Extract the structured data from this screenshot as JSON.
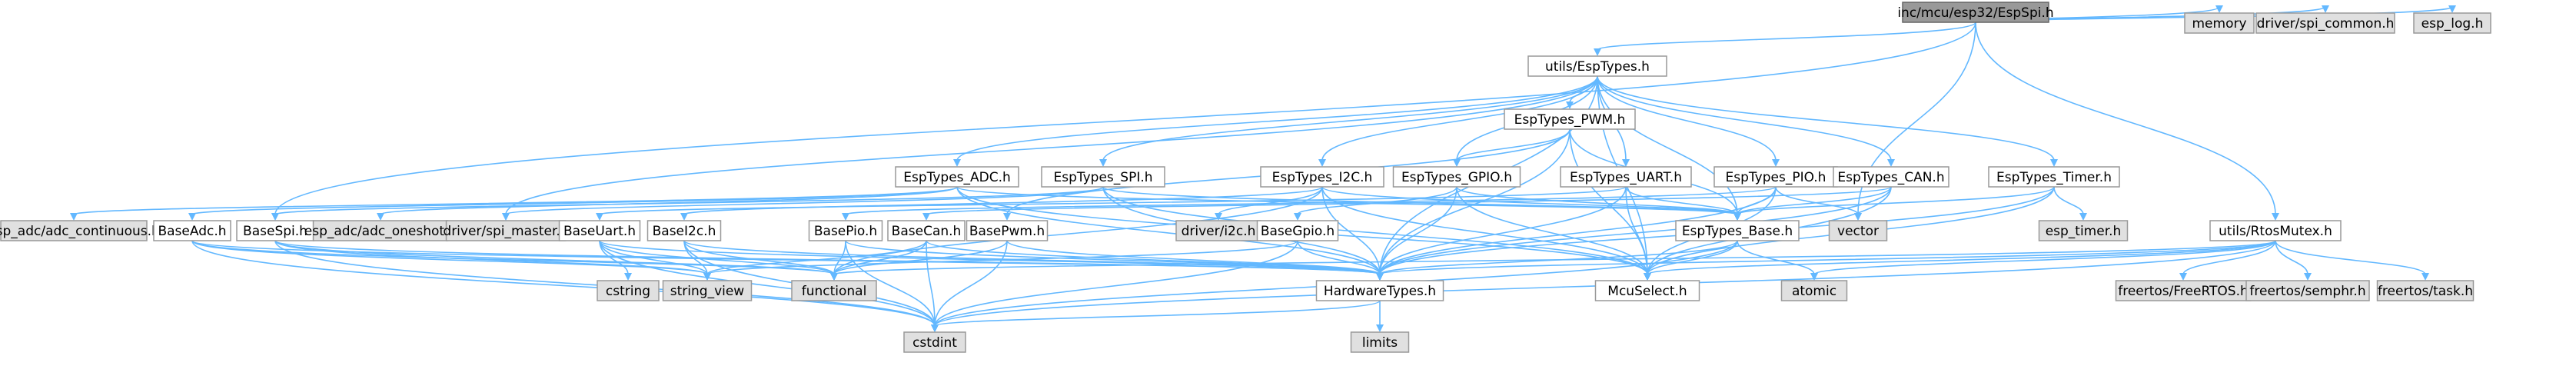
{
  "colors": {
    "edge": "#63b8ff",
    "root_fill": "#999999",
    "node_fill": "#ffffff",
    "external_fill": "#e0e0e0",
    "border": "#999999"
  },
  "nodes": [
    {
      "id": "root",
      "label": "inc/mcu/esp32/EspSpi.h",
      "kind": "root"
    },
    {
      "id": "esptypes",
      "label": "utils/EspTypes.h",
      "kind": "file"
    },
    {
      "id": "memory",
      "label": "memory",
      "kind": "external"
    },
    {
      "id": "spicommon",
      "label": "driver/spi_common.h",
      "kind": "external"
    },
    {
      "id": "esplog",
      "label": "esp_log.h",
      "kind": "external"
    },
    {
      "id": "pwm",
      "label": "EspTypes_PWM.h",
      "kind": "file"
    },
    {
      "id": "adc",
      "label": "EspTypes_ADC.h",
      "kind": "file"
    },
    {
      "id": "spi",
      "label": "EspTypes_SPI.h",
      "kind": "file"
    },
    {
      "id": "i2c",
      "label": "EspTypes_I2C.h",
      "kind": "file"
    },
    {
      "id": "gpio",
      "label": "EspTypes_GPIO.h",
      "kind": "file"
    },
    {
      "id": "uart",
      "label": "EspTypes_UART.h",
      "kind": "file"
    },
    {
      "id": "pio",
      "label": "EspTypes_PIO.h",
      "kind": "file"
    },
    {
      "id": "can",
      "label": "EspTypes_CAN.h",
      "kind": "file"
    },
    {
      "id": "timer",
      "label": "EspTypes_Timer.h",
      "kind": "file"
    },
    {
      "id": "rtos",
      "label": "utils/RtosMutex.h",
      "kind": "file"
    },
    {
      "id": "adccont",
      "label": "esp_adc/adc_continuous.h",
      "kind": "external"
    },
    {
      "id": "baseadc",
      "label": "BaseAdc.h",
      "kind": "file"
    },
    {
      "id": "basespi",
      "label": "BaseSpi.h",
      "kind": "file"
    },
    {
      "id": "adconeshot",
      "label": "esp_adc/adc_oneshot.h",
      "kind": "external"
    },
    {
      "id": "spimaster",
      "label": "driver/spi_master.h",
      "kind": "external"
    },
    {
      "id": "baseuart",
      "label": "BaseUart.h",
      "kind": "file"
    },
    {
      "id": "basei2c",
      "label": "BaseI2c.h",
      "kind": "file"
    },
    {
      "id": "basepio",
      "label": "BasePio.h",
      "kind": "file"
    },
    {
      "id": "basecan",
      "label": "BaseCan.h",
      "kind": "file"
    },
    {
      "id": "basepwm",
      "label": "BasePwm.h",
      "kind": "file"
    },
    {
      "id": "driveri2c",
      "label": "driver/i2c.h",
      "kind": "external"
    },
    {
      "id": "basegpio",
      "label": "BaseGpio.h",
      "kind": "file"
    },
    {
      "id": "espbase",
      "label": "EspTypes_Base.h",
      "kind": "file"
    },
    {
      "id": "vector",
      "label": "vector",
      "kind": "external"
    },
    {
      "id": "esptimer",
      "label": "esp_timer.h",
      "kind": "external"
    },
    {
      "id": "cstring",
      "label": "cstring",
      "kind": "external"
    },
    {
      "id": "stringview",
      "label": "string_view",
      "kind": "external"
    },
    {
      "id": "functional",
      "label": "functional",
      "kind": "external"
    },
    {
      "id": "hwtypes",
      "label": "HardwareTypes.h",
      "kind": "file"
    },
    {
      "id": "mcuselect",
      "label": "McuSelect.h",
      "kind": "file"
    },
    {
      "id": "atomic",
      "label": "atomic",
      "kind": "external"
    },
    {
      "id": "freertos",
      "label": "freertos/FreeRTOS.h",
      "kind": "external"
    },
    {
      "id": "semphr",
      "label": "freertos/semphr.h",
      "kind": "external"
    },
    {
      "id": "task",
      "label": "freertos/task.h",
      "kind": "external"
    },
    {
      "id": "cstdint",
      "label": "cstdint",
      "kind": "external"
    },
    {
      "id": "limits",
      "label": "limits",
      "kind": "external"
    }
  ],
  "edges": [
    [
      "root",
      "esptypes"
    ],
    [
      "root",
      "memory"
    ],
    [
      "root",
      "spicommon"
    ],
    [
      "root",
      "esplog"
    ],
    [
      "root",
      "rtos"
    ],
    [
      "root",
      "basespi"
    ],
    [
      "root",
      "vector"
    ],
    [
      "esptypes",
      "pwm"
    ],
    [
      "esptypes",
      "adc"
    ],
    [
      "esptypes",
      "spi"
    ],
    [
      "esptypes",
      "i2c"
    ],
    [
      "esptypes",
      "gpio"
    ],
    [
      "esptypes",
      "uart"
    ],
    [
      "esptypes",
      "pio"
    ],
    [
      "esptypes",
      "can"
    ],
    [
      "esptypes",
      "timer"
    ],
    [
      "esptypes",
      "espbase"
    ],
    [
      "esptypes",
      "hwtypes"
    ],
    [
      "esptypes",
      "mcuselect"
    ],
    [
      "esptypes",
      "spimaster"
    ],
    [
      "pwm",
      "gpio"
    ],
    [
      "pwm",
      "basepwm"
    ],
    [
      "pwm",
      "espbase"
    ],
    [
      "pwm",
      "mcuselect"
    ],
    [
      "pwm",
      "hwtypes"
    ],
    [
      "adc",
      "adccont"
    ],
    [
      "adc",
      "baseadc"
    ],
    [
      "adc",
      "adconeshot"
    ],
    [
      "adc",
      "espbase"
    ],
    [
      "adc",
      "hwtypes"
    ],
    [
      "adc",
      "mcuselect"
    ],
    [
      "spi",
      "basespi"
    ],
    [
      "spi",
      "spimaster"
    ],
    [
      "spi",
      "espbase"
    ],
    [
      "spi",
      "hwtypes"
    ],
    [
      "spi",
      "mcuselect"
    ],
    [
      "i2c",
      "basei2c"
    ],
    [
      "i2c",
      "driveri2c"
    ],
    [
      "i2c",
      "espbase"
    ],
    [
      "i2c",
      "hwtypes"
    ],
    [
      "i2c",
      "mcuselect"
    ],
    [
      "i2c",
      "functional"
    ],
    [
      "gpio",
      "basegpio"
    ],
    [
      "gpio",
      "espbase"
    ],
    [
      "gpio",
      "hwtypes"
    ],
    [
      "gpio",
      "mcuselect"
    ],
    [
      "uart",
      "baseuart"
    ],
    [
      "uart",
      "espbase"
    ],
    [
      "uart",
      "hwtypes"
    ],
    [
      "uart",
      "mcuselect"
    ],
    [
      "pio",
      "basepio"
    ],
    [
      "pio",
      "espbase"
    ],
    [
      "pio",
      "hwtypes"
    ],
    [
      "pio",
      "mcuselect"
    ],
    [
      "pio",
      "vector"
    ],
    [
      "can",
      "basecan"
    ],
    [
      "can",
      "espbase"
    ],
    [
      "can",
      "hwtypes"
    ],
    [
      "can",
      "mcuselect"
    ],
    [
      "timer",
      "espbase"
    ],
    [
      "timer",
      "esptimer"
    ],
    [
      "timer",
      "hwtypes"
    ],
    [
      "timer",
      "mcuselect"
    ],
    [
      "rtos",
      "freertos"
    ],
    [
      "rtos",
      "semphr"
    ],
    [
      "rtos",
      "task"
    ],
    [
      "rtos",
      "atomic"
    ],
    [
      "rtos",
      "cstdint"
    ],
    [
      "rtos",
      "functional"
    ],
    [
      "rtos",
      "hwtypes"
    ],
    [
      "rtos",
      "mcuselect"
    ],
    [
      "baseadc",
      "hwtypes"
    ],
    [
      "baseadc",
      "functional"
    ],
    [
      "baseadc",
      "stringview"
    ],
    [
      "baseadc",
      "cstdint"
    ],
    [
      "basespi",
      "hwtypes"
    ],
    [
      "basespi",
      "functional"
    ],
    [
      "basespi",
      "stringview"
    ],
    [
      "basespi",
      "cstdint"
    ],
    [
      "baseuart",
      "cstring"
    ],
    [
      "baseuart",
      "stringview"
    ],
    [
      "baseuart",
      "functional"
    ],
    [
      "baseuart",
      "hwtypes"
    ],
    [
      "baseuart",
      "cstdint"
    ],
    [
      "basei2c",
      "stringview"
    ],
    [
      "basei2c",
      "functional"
    ],
    [
      "basei2c",
      "hwtypes"
    ],
    [
      "basei2c",
      "cstdint"
    ],
    [
      "basepio",
      "functional"
    ],
    [
      "basepio",
      "hwtypes"
    ],
    [
      "basepio",
      "cstdint"
    ],
    [
      "basecan",
      "functional"
    ],
    [
      "basecan",
      "hwtypes"
    ],
    [
      "basecan",
      "stringview"
    ],
    [
      "basecan",
      "cstdint"
    ],
    [
      "basepwm",
      "functional"
    ],
    [
      "basepwm",
      "hwtypes"
    ],
    [
      "basepwm",
      "cstdint"
    ],
    [
      "basegpio",
      "hwtypes"
    ],
    [
      "basegpio",
      "cstdint"
    ],
    [
      "basegpio",
      "stringview"
    ],
    [
      "espbase",
      "hwtypes"
    ],
    [
      "espbase",
      "mcuselect"
    ],
    [
      "espbase",
      "atomic"
    ],
    [
      "espbase",
      "cstdint"
    ],
    [
      "hwtypes",
      "cstdint"
    ],
    [
      "hwtypes",
      "limits"
    ]
  ]
}
